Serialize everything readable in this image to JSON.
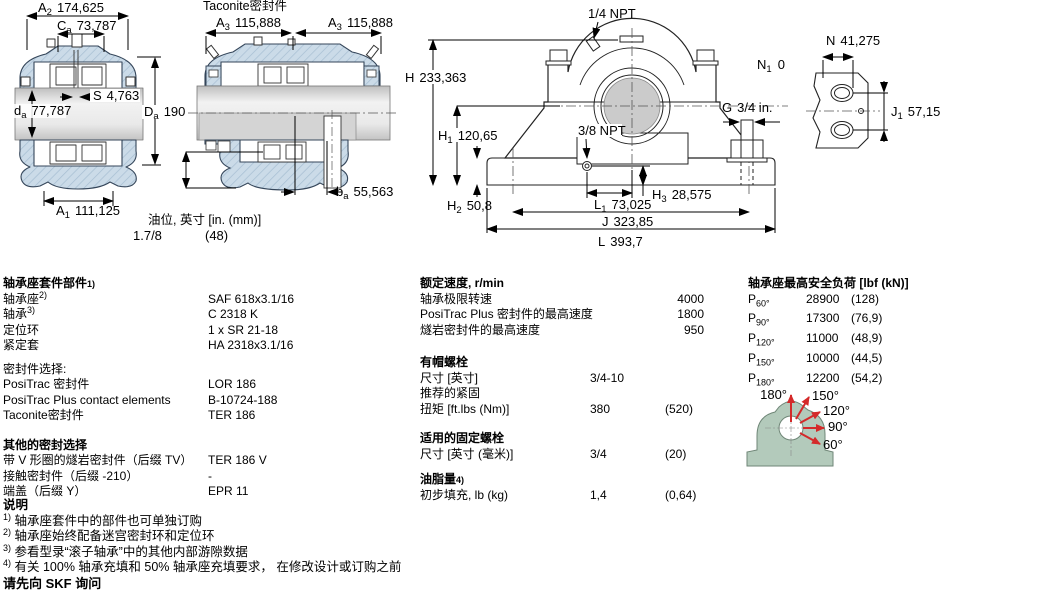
{
  "figures": {
    "left": {
      "dims": {
        "a2": {
          "sym": "A",
          "sub": "2",
          "value": "174,625"
        },
        "ca": {
          "sym": "C",
          "sub": "a",
          "value": "73,787"
        },
        "s": {
          "sym": "S",
          "sub": "",
          "value": "4,763"
        },
        "da": {
          "sym": "d",
          "sub": "a",
          "value": "77,787"
        },
        "Da": {
          "sym": "D",
          "sub": "a",
          "value": "190"
        },
        "a1": {
          "sym": "A",
          "sub": "1",
          "value": "111,125"
        }
      }
    },
    "middle": {
      "title": "Taconite密封件",
      "dims": {
        "a3l": {
          "sym": "A",
          "sub": "3",
          "value": "115,888"
        },
        "a3r": {
          "sym": "A",
          "sub": "3",
          "value": "115,888"
        },
        "ba": {
          "sym": "b",
          "sub": "a",
          "value": "55,563"
        }
      },
      "oil_label": "油位, 英寸 [in. (mm)]",
      "oil_in": "1.7/8",
      "oil_mm": "(48)"
    },
    "front": {
      "dims": {
        "npt14": "1/4 NPT",
        "npt38": "3/8 NPT",
        "h": {
          "sym": "H",
          "sub": "",
          "value": "233,363"
        },
        "n1": {
          "sym": "N",
          "sub": "1",
          "value": "0"
        },
        "g": {
          "sym": "G",
          "sub": "",
          "value": "3/4 in."
        },
        "h1": {
          "sym": "H",
          "sub": "1",
          "value": "120,65"
        },
        "h2": {
          "sym": "H",
          "sub": "2",
          "value": "50,8"
        },
        "h3": {
          "sym": "H",
          "sub": "3",
          "value": "28,575"
        },
        "l1": {
          "sym": "L",
          "sub": "1",
          "value": "73,025"
        },
        "j": {
          "sym": "J",
          "sub": "",
          "value": "323,85"
        },
        "l": {
          "sym": "L",
          "sub": "",
          "value": "393,7"
        }
      }
    },
    "side": {
      "dims": {
        "n": {
          "sym": "N",
          "sub": "",
          "value": "41,275"
        },
        "j1": {
          "sym": "J",
          "sub": "1",
          "value": "57,15"
        }
      }
    },
    "angles": [
      "180°",
      "150°",
      "120°",
      "90°",
      "60°"
    ],
    "colors": {
      "housing": "#cbdbe8",
      "hatch": "#a6bed2",
      "red": "#d42a2a",
      "mini_block": "#b3cabb"
    }
  },
  "tables": {
    "components": {
      "header": {
        "text": "轴承座套件部件",
        "sup": "1)"
      },
      "rows": [
        {
          "label": "轴承座",
          "sup": "2)",
          "value": "SAF 618x3.1/16"
        },
        {
          "label": "轴承",
          "sup": "3)",
          "value": "C 2318 K"
        },
        {
          "label": "定位环",
          "sup": "",
          "value": "1 x SR 21-18"
        },
        {
          "label": "紧定套",
          "sup": "",
          "value": "HA 2318x3.1/16"
        }
      ],
      "seals_header": "密封件选择:",
      "seal_rows": [
        {
          "label": "PosiTrac 密封件",
          "value": "LOR 186"
        },
        {
          "label": "PosiTrac Plus contact elements",
          "value": "B-10724-188"
        },
        {
          "label": "Taconite密封件",
          "value": "TER 186"
        }
      ],
      "other_header": "其他的密封选择",
      "other_rows": [
        {
          "label": "带 V 形圈的燧岩密封件（后缀 TV）",
          "value": "TER 186 V"
        },
        {
          "label": "接触密封件（后缀 -210）",
          "value": "-"
        },
        {
          "label": "端盖（后缀 Y）",
          "value": "EPR 11"
        }
      ]
    },
    "speed": {
      "header": "额定速度, r/min",
      "rows": [
        {
          "label": "轴承极限转速",
          "value": "4000"
        },
        {
          "label": "PosiTrac Plus 密封件的最高速度",
          "value": "1800"
        },
        {
          "label": "燧岩密封件的最高速度",
          "value": "950"
        }
      ]
    },
    "cap_bolts": {
      "header": "有帽螺栓",
      "rows": [
        {
          "label": "尺寸 [英寸]",
          "value": "3/4-10",
          "alt": ""
        },
        {
          "label": "推荐的紧固",
          "value": "",
          "alt": ""
        },
        {
          "label": "扭矩 [ft.lbs (Nm)]",
          "value": "380",
          "alt": "(520)"
        }
      ]
    },
    "mount_bolts": {
      "header": "适用的固定螺栓",
      "rows": [
        {
          "label": "尺寸 [英寸 (毫米)]",
          "value": "3/4",
          "alt": "(20)"
        }
      ]
    },
    "grease": {
      "header": {
        "text": "油脂量",
        "sup": "4)"
      },
      "rows": [
        {
          "label": "初步填充, lb (kg)",
          "value": "1,4",
          "alt": "(0,64)"
        }
      ]
    },
    "loads": {
      "header": "轴承座最高安全负荷 [lbf (kN)]",
      "rows": [
        {
          "sym": "P",
          "sub": "60°",
          "value": "28900",
          "alt": "(128)"
        },
        {
          "sym": "P",
          "sub": "90°",
          "value": "17300",
          "alt": "(76,9)"
        },
        {
          "sym": "P",
          "sub": "120°",
          "value": "11000",
          "alt": "(48,9)"
        },
        {
          "sym": "P",
          "sub": "150°",
          "value": "10000",
          "alt": "(44,5)"
        },
        {
          "sym": "P",
          "sub": "180°",
          "value": "12200",
          "alt": "(54,2)"
        }
      ]
    }
  },
  "notes": {
    "header": "说明",
    "items": [
      {
        "sup": "1)",
        "text": "轴承座套件中的部件也可单独订购"
      },
      {
        "sup": "2)",
        "text": "轴承座始终配备迷宫密封环和定位环"
      },
      {
        "sup": "3)",
        "text": "参看型录“滚子轴承”中的其他内部游隙数据"
      },
      {
        "sup": "4)",
        "text": "有关 100% 轴承充填和 50% 轴承座充填要求， 在修改设计或订购之前"
      }
    ],
    "footer": "请先向 SKF 询问"
  }
}
